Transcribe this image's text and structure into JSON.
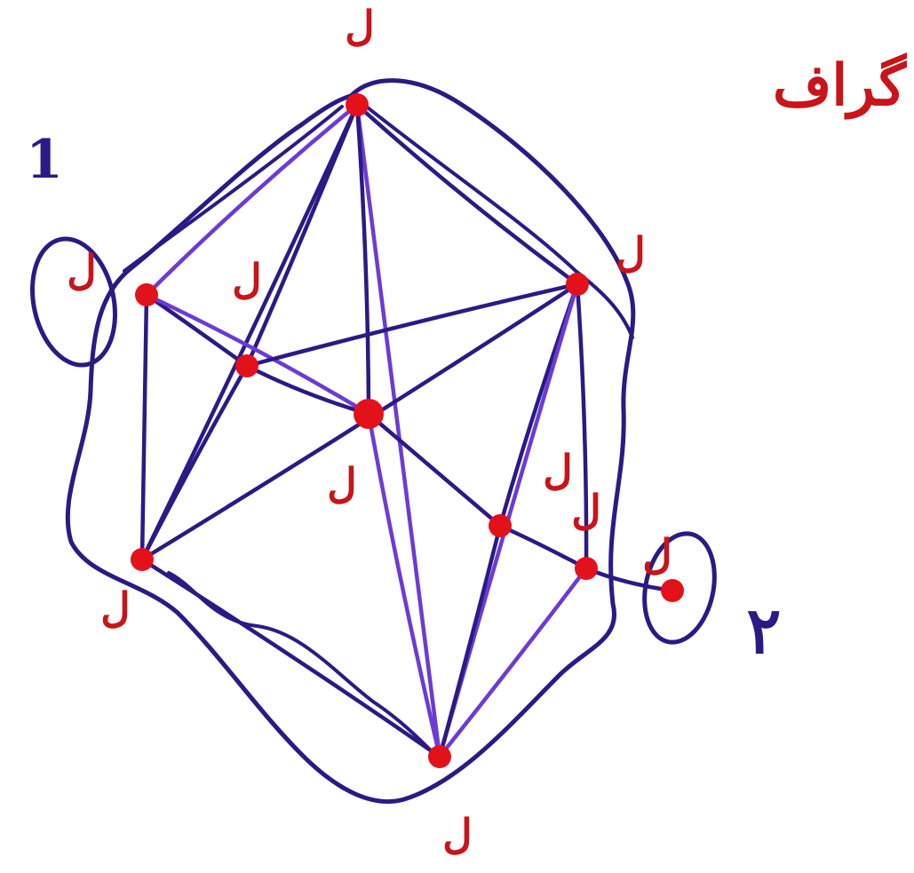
{
  "colors": {
    "edge": "#2b1a86",
    "edge_accent": "#6c3bd6",
    "node": "#e3121a",
    "label": "#c8141a"
  },
  "diagram": {
    "title": "گراف",
    "annotations": {
      "loop_1": "1",
      "loop_2": "۲"
    },
    "nodes": [
      {
        "id": "top",
        "label": "ل"
      },
      {
        "id": "left",
        "label": "ل"
      },
      {
        "id": "inner_left",
        "label": "ل"
      },
      {
        "id": "center",
        "label": "ل"
      },
      {
        "id": "right",
        "label": "ل"
      },
      {
        "id": "bottom_left",
        "label": "ل"
      },
      {
        "id": "inner_right",
        "label": "ل"
      },
      {
        "id": "right_low",
        "label": "ل"
      },
      {
        "id": "loop_node",
        "label": "ل"
      },
      {
        "id": "bottom",
        "label": "ل"
      }
    ]
  }
}
